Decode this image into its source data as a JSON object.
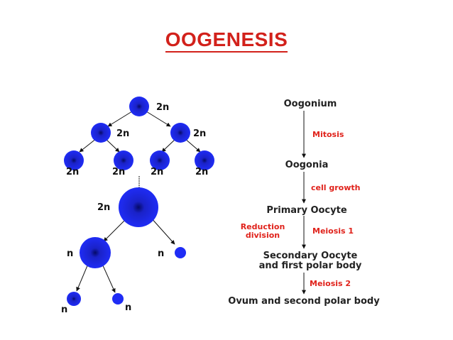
{
  "title": "OOGENESIS",
  "colors": {
    "title": "#d2211b",
    "cell": "#1f2cf5",
    "nucleus": "#050a66",
    "step": "#e0221b"
  },
  "cell_tree": {
    "root": "2n",
    "mitosis_level_1": [
      "2n",
      "2n"
    ],
    "mitosis_level_2": [
      "2n",
      "2n",
      "2n",
      "2n"
    ],
    "primary": "2n",
    "meiosis_1": {
      "large": "n",
      "polar": "n"
    },
    "meiosis_2": [
      "n",
      "n"
    ]
  },
  "flow": {
    "stages": [
      "Oogonium",
      "Oogonia",
      "Primary Oocyte",
      "Secondary Oocyte",
      "and first polar body",
      "Ovum and second polar body"
    ],
    "steps": [
      "Mitosis",
      "cell growth",
      "Meiosis 1",
      "Meiosis 2"
    ],
    "side_note": [
      "Reduction",
      "division"
    ]
  }
}
